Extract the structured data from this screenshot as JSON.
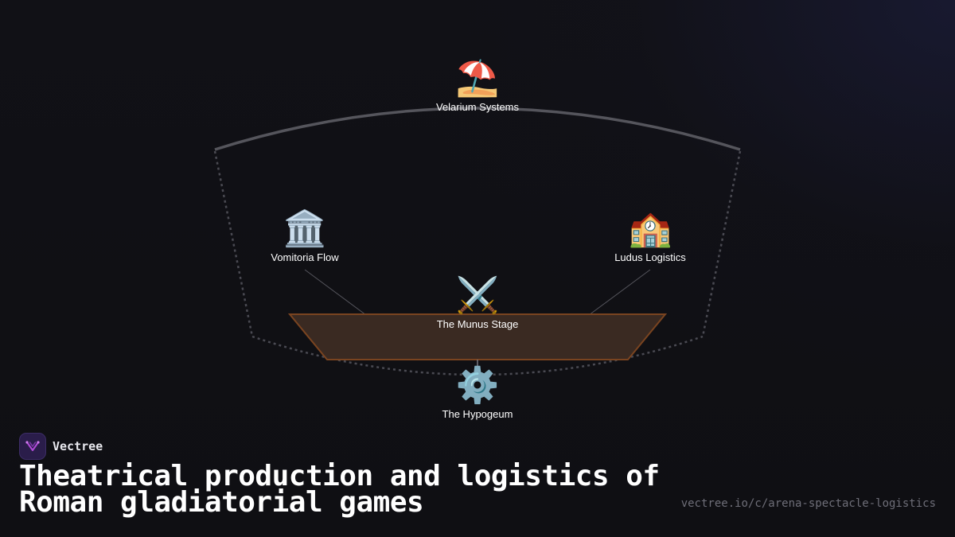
{
  "diagram": {
    "nodes": [
      {
        "id": "velarium",
        "icon": "beach-umbrella-icon",
        "glyph": "⛱️",
        "label": "Velarium Systems"
      },
      {
        "id": "vomitoria",
        "icon": "classical-building-icon",
        "glyph": "🏛️",
        "label": "Vomitoria Flow"
      },
      {
        "id": "ludus",
        "icon": "school-icon",
        "glyph": "🏫",
        "label": "Ludus Logistics"
      },
      {
        "id": "munus",
        "icon": "crossed-swords-icon",
        "glyph": "⚔️",
        "label": "The Munus Stage"
      },
      {
        "id": "hypogeum",
        "icon": "gear-icon",
        "glyph": "⚙️",
        "label": "The Hypogeum"
      }
    ],
    "colors": {
      "arena_outline": "#4a4a52",
      "stage_fill": "#3a2a22",
      "stage_stroke": "#7a4420",
      "connector": "#55555c"
    }
  },
  "brand": {
    "name": "Vectree",
    "logo_icon": "vectree-logo-icon",
    "accent": "#b04ad8"
  },
  "title": "Theatrical production and logistics of Roman gladiatorial games",
  "url": "vectree.io/c/arena-spectacle-logistics"
}
